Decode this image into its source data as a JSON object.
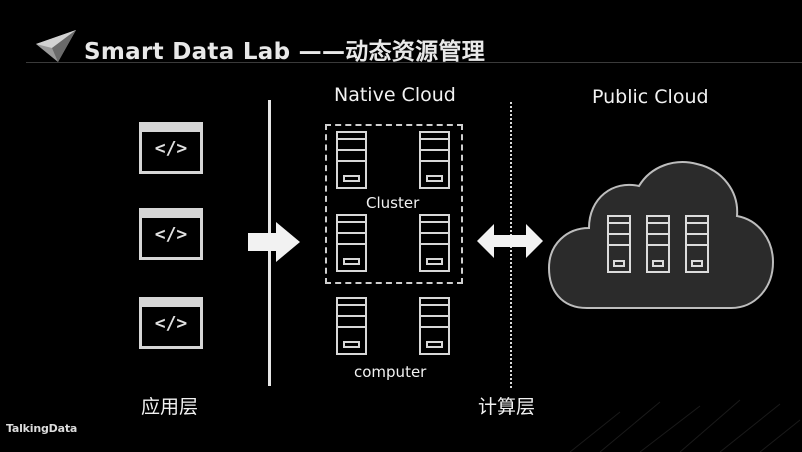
{
  "header": {
    "title": "Smart Data Lab ——动态资源管理",
    "logo_icon": "paper-plane-logo-icon"
  },
  "diagram": {
    "native_cloud_label": "Native Cloud",
    "public_cloud_label": "Public Cloud",
    "cluster_label": "Cluster",
    "computer_label": "computer",
    "app_layer_label": "应用层",
    "compute_layer_label": "计算层",
    "app_code_glyph": "</>"
  },
  "footer": {
    "brand": "TalkingData"
  },
  "colors": {
    "background": "#000000",
    "foreground": "#e6e6e6",
    "cloud_fill": "#2b2b2b"
  }
}
